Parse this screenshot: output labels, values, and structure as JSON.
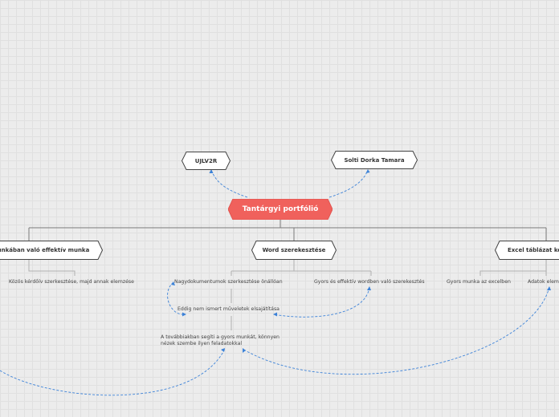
{
  "colors": {
    "central_fill": "#f0615c",
    "central_stroke": "#e25550",
    "node_fill": "#ffffff",
    "node_stroke": "#444444",
    "tree_line": "#7a7a7a",
    "leaf_line": "#b0b0b0",
    "relation_line": "#3c82d8"
  },
  "central": {
    "label": "Tantárgyi portfólió"
  },
  "floating": {
    "code": "UJLV2R",
    "author": "Solti Dorka Tamara"
  },
  "branches": {
    "team": "unkában való effektív munka",
    "word": "Word szerekesztése",
    "excel": "Excel táblázat ké"
  },
  "leaves": {
    "team_form": "Közös kérdőív szerkesztése, majd annak elemzése",
    "word_large": "Nagydokumentumok szerkesztése önállóan",
    "word_fast": "Gyors és effektív wordben való szerekesztés",
    "word_learned": "Eddig nem ismert műveletek elsajátítása",
    "word_future": "A továbbiakban segíti a gyors munkát, könnyen nézek szembe ilyen feladatokkal",
    "excel_fast": "Gyors munka az excelben",
    "excel_data": "Adatok elem"
  }
}
